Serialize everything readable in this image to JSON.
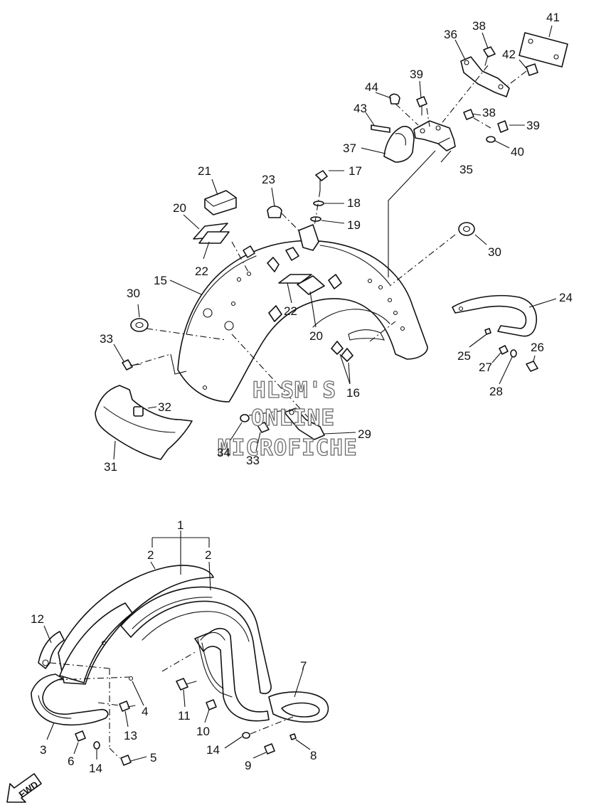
{
  "watermark": {
    "line1": "HLSM'S",
    "line2": "ONLINE",
    "line3": "MICROFICHE"
  },
  "direction_marker": "FWD",
  "callouts": [
    {
      "id": "c1",
      "text": "1"
    },
    {
      "id": "c2a",
      "text": "2"
    },
    {
      "id": "c2b",
      "text": "2"
    },
    {
      "id": "c3",
      "text": "3"
    },
    {
      "id": "c4",
      "text": "4"
    },
    {
      "id": "c5",
      "text": "5"
    },
    {
      "id": "c6",
      "text": "6"
    },
    {
      "id": "c7",
      "text": "7"
    },
    {
      "id": "c8",
      "text": "8"
    },
    {
      "id": "c9",
      "text": "9"
    },
    {
      "id": "c10",
      "text": "10"
    },
    {
      "id": "c11",
      "text": "11"
    },
    {
      "id": "c12",
      "text": "12"
    },
    {
      "id": "c13",
      "text": "13"
    },
    {
      "id": "c14a",
      "text": "14"
    },
    {
      "id": "c14b",
      "text": "14"
    },
    {
      "id": "c15",
      "text": "15"
    },
    {
      "id": "c16",
      "text": "16"
    },
    {
      "id": "c17",
      "text": "17"
    },
    {
      "id": "c18",
      "text": "18"
    },
    {
      "id": "c19",
      "text": "19"
    },
    {
      "id": "c20a",
      "text": "20"
    },
    {
      "id": "c20b",
      "text": "20"
    },
    {
      "id": "c21",
      "text": "21"
    },
    {
      "id": "c22a",
      "text": "22"
    },
    {
      "id": "c22b",
      "text": "22"
    },
    {
      "id": "c23",
      "text": "23"
    },
    {
      "id": "c24",
      "text": "24"
    },
    {
      "id": "c25",
      "text": "25"
    },
    {
      "id": "c26",
      "text": "26"
    },
    {
      "id": "c27",
      "text": "27"
    },
    {
      "id": "c28",
      "text": "28"
    },
    {
      "id": "c29",
      "text": "29"
    },
    {
      "id": "c30a",
      "text": "30"
    },
    {
      "id": "c30b",
      "text": "30"
    },
    {
      "id": "c31",
      "text": "31"
    },
    {
      "id": "c32",
      "text": "32"
    },
    {
      "id": "c33a",
      "text": "33"
    },
    {
      "id": "c33b",
      "text": "33"
    },
    {
      "id": "c34",
      "text": "34"
    },
    {
      "id": "c35",
      "text": "35"
    },
    {
      "id": "c36",
      "text": "36"
    },
    {
      "id": "c37",
      "text": "37"
    },
    {
      "id": "c38a",
      "text": "38"
    },
    {
      "id": "c38b",
      "text": "38"
    },
    {
      "id": "c39a",
      "text": "39"
    },
    {
      "id": "c39b",
      "text": "39"
    },
    {
      "id": "c40",
      "text": "40"
    },
    {
      "id": "c41",
      "text": "41"
    },
    {
      "id": "c42",
      "text": "42"
    },
    {
      "id": "c43",
      "text": "43"
    },
    {
      "id": "c44",
      "text": "44"
    }
  ]
}
